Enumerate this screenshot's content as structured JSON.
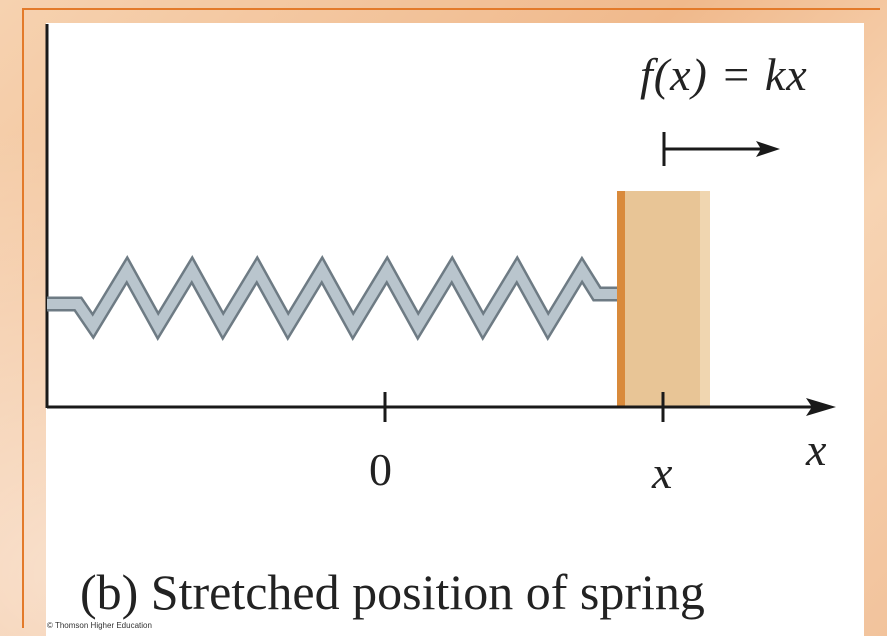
{
  "diagram": {
    "formula": "f(x) = kx",
    "origin_label": "0",
    "position_label": "x",
    "axis_label": "x",
    "caption": "(b) Stretched position of spring",
    "credit": "© Thomson Higher Education"
  },
  "colors": {
    "frame_orange": "#e37a2a",
    "block_fill": "#e8c596",
    "block_edge": "#d98a3b",
    "spring": "#a9b6bf",
    "axis": "#1a1a1a"
  }
}
